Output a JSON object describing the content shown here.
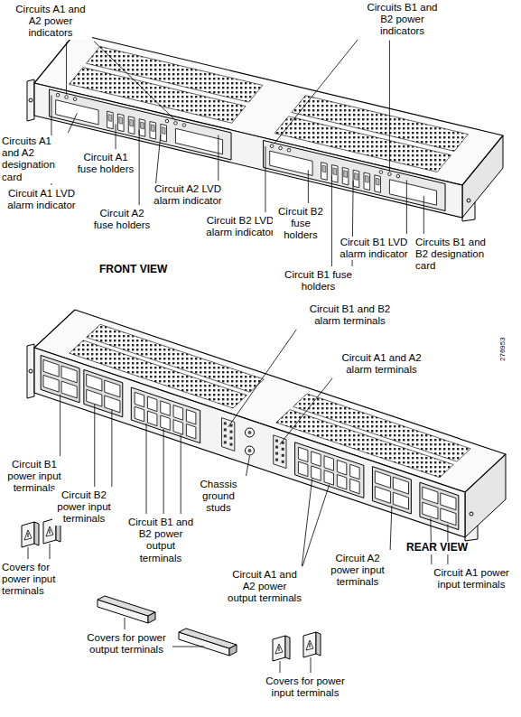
{
  "diagram": {
    "labels": [
      "Circuits A1 and A2 power indicators",
      "Circuits A1 and A2 designation card",
      "Circuit A1 fuse holders",
      "Circuit A1 LVD alarm indicator",
      "Circuit A2 fuse holders",
      "Circuit A2 LVD alarm indicator",
      "Circuits B1 and B2 power indicators",
      "Circuit B2 LVD alarm indicator",
      "Circuit B2 fuse holders",
      "Circuit B1 LVD alarm indicator",
      "Circuits B1 and B2 designation card",
      "Circuit B1 fuse holders",
      "FRONT VIEW",
      "Circuit B1 and B2 alarm terminals",
      "Circuit A1 and A2 alarm terminals",
      "276953",
      "Circuit B1 power input terminals",
      "Circuit B2 power input terminals",
      "Circuit B1 and B2 power output terminals",
      "Chassis ground studs",
      "REAR VIEW",
      "Circuit A1 and A2 power output terminals",
      "Circuit A2 power input terminals",
      "Circuit A1 power input terminals",
      "Covers for power input terminals",
      "Covers for power output terminals",
      "Covers for power input terminals"
    ]
  }
}
